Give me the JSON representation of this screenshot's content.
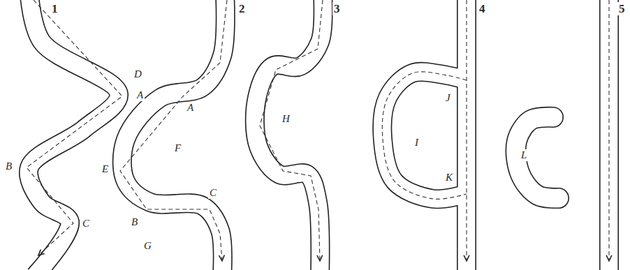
{
  "diagram": {
    "labels": [
      "1",
      "A",
      "B",
      "C",
      "2",
      "D",
      "A",
      "E",
      "F",
      "B",
      "C",
      "G",
      "3",
      "H",
      "4",
      "I",
      "J",
      "K",
      "L",
      "5"
    ]
  }
}
